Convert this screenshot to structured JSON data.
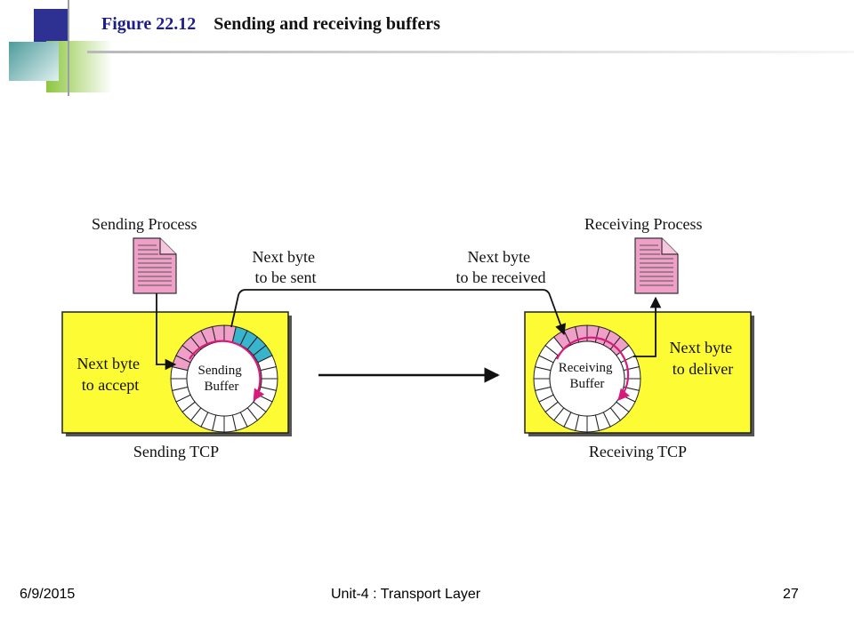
{
  "slide": {
    "figure_number": "Figure 22.12",
    "figure_title": "Sending and receiving buffers"
  },
  "diagram": {
    "sending_process": "Sending Process",
    "receiving_process": "Receiving Process",
    "next_byte_sent": [
      "Next byte",
      "to be sent"
    ],
    "next_byte_received": [
      "Next byte",
      "to be received"
    ],
    "next_byte_accept": [
      "Next byte",
      "to accept"
    ],
    "next_byte_deliver": [
      "Next byte",
      "to deliver"
    ],
    "sending_buffer": [
      "Sending",
      "Buffer"
    ],
    "receiving_buffer": [
      "Receiving",
      "Buffer"
    ],
    "sending_tcp": "Sending TCP",
    "receiving_tcp": "Receiving TCP"
  },
  "footer": {
    "date": "6/9/2015",
    "center": "Unit-4 : Transport Layer",
    "page": "27"
  },
  "colors": {
    "tcp_box": "#fdfb33",
    "document": "#f0a0c8",
    "filled_slot": "#f0a0c8",
    "sent_slot": "#38b4cc",
    "arrow_magenta": "#d81b7a",
    "title_blue": "#1c1c8c"
  }
}
